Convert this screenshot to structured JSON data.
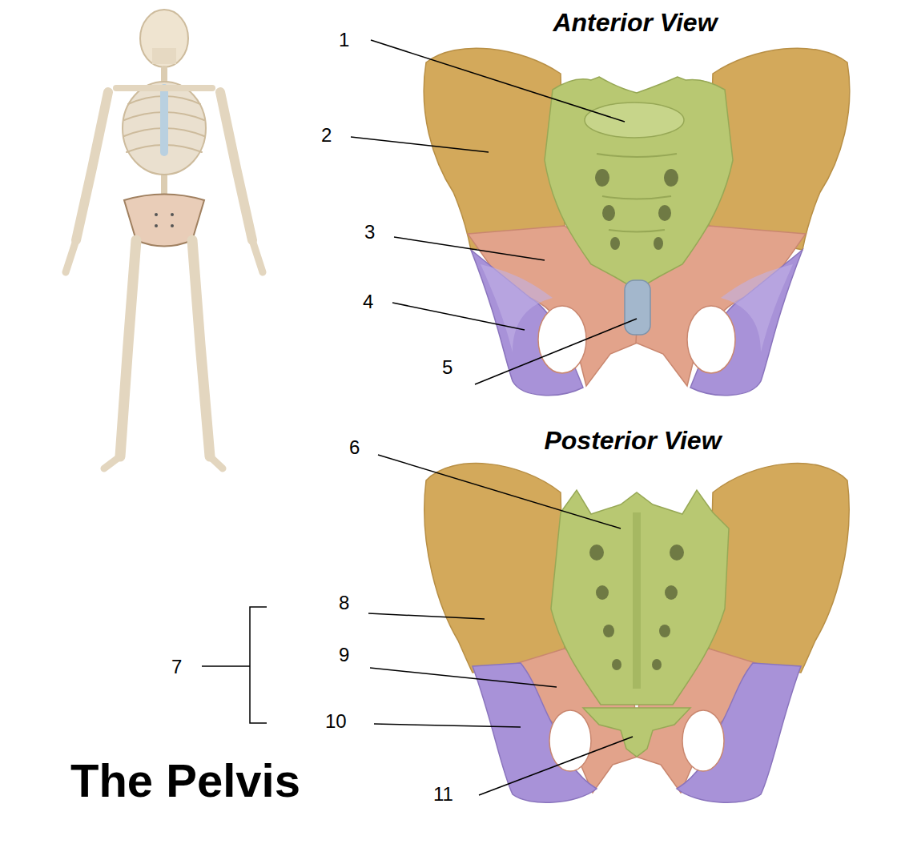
{
  "diagram": {
    "title": "The Pelvis",
    "labels": [
      "Anterior View",
      "1",
      "2",
      "3",
      "4",
      "5",
      "Posterior View",
      "6",
      "7",
      "8",
      "9",
      "10",
      "11"
    ]
  }
}
